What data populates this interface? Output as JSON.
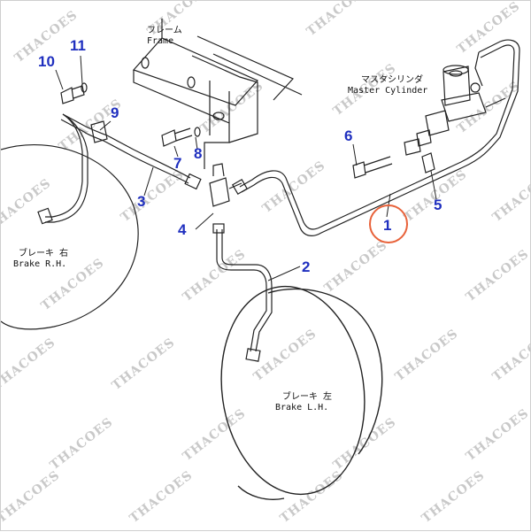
{
  "colors": {
    "line": "#222222",
    "number": "#1f2fbf",
    "highlight": "#e8623a",
    "watermark": "#c9c9c9"
  },
  "labels": {
    "frame_jp": "フレーム",
    "frame_en": "Frame",
    "master_jp": "マスタシリンダ",
    "master_en": "Master Cylinder",
    "brake_rh_jp": "ブレーキ 右",
    "brake_rh_en": "Brake R.H.",
    "brake_lh_jp": "ブレーキ 左",
    "brake_lh_en": "Brake L.H."
  },
  "callouts": {
    "c1": "1",
    "c2": "2",
    "c3": "3",
    "c4": "4",
    "c5": "5",
    "c6": "6",
    "c7": "7",
    "c8": "8",
    "c9": "9",
    "c10": "10",
    "c11": "11"
  },
  "watermark": "THACOES"
}
